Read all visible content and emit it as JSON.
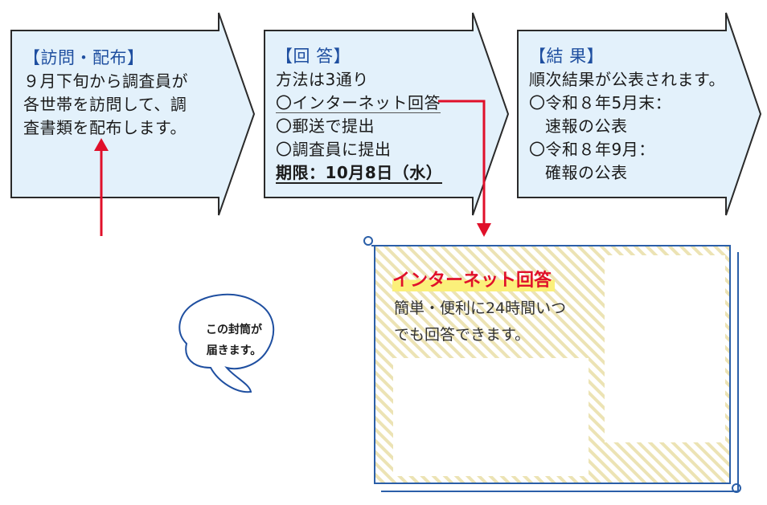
{
  "steps": [
    {
      "heading": "【訪問・配布】",
      "lines": [
        "９月下旬から調査員が",
        "各世帯を訪問して、調",
        "査書類を配布します。"
      ]
    },
    {
      "heading": "【回 答】",
      "intro": "方法は3通り",
      "methods": [
        "〇インターネット回答",
        "〇郵送で提出",
        "〇調査員に提出"
      ],
      "deadline": "期限：10月8日（水）"
    },
    {
      "heading": "【結 果】",
      "intro": "順次結果が公表されます。",
      "items": [
        {
          "date": "〇令和８年5月末：",
          "detail": "速報の公表"
        },
        {
          "date": "〇令和８年9月：",
          "detail": "確報の公表"
        }
      ]
    }
  ],
  "envelope_note": {
    "line1": "この封筒が",
    "line2": "届きます。"
  },
  "internet_panel": {
    "title": "インターネット回答",
    "description_line1": "簡単・便利に24時間いつ",
    "description_line2": "でも回答できます。"
  },
  "colors": {
    "arrow_fill": "#e3f1fb",
    "arrow_stroke": "#2a2a2a",
    "heading": "#1f4fa0",
    "pointer": "#e0102a",
    "panel_border": "#2b5fa8",
    "hatch": "#ece3b4",
    "highlight": "#fbf07a"
  }
}
